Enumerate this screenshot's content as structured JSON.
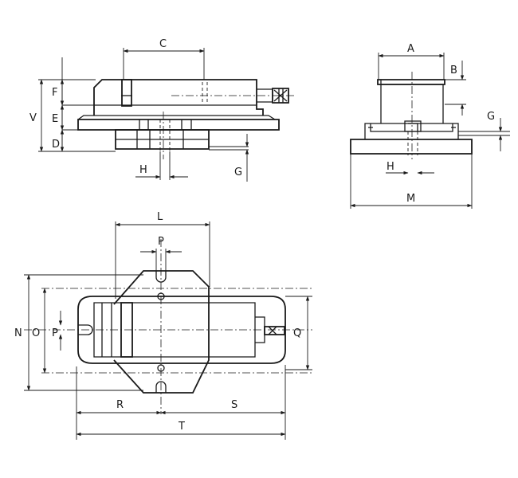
{
  "dimension_labels": {
    "C": "C",
    "F": "F",
    "V": "V",
    "E": "E",
    "D": "D",
    "H": "H",
    "G": "G",
    "A": "A",
    "B": "B",
    "M": "M",
    "L": "L",
    "P": "P",
    "N": "N",
    "O": "O",
    "Q": "Q",
    "R": "R",
    "S": "S",
    "T": "T"
  }
}
